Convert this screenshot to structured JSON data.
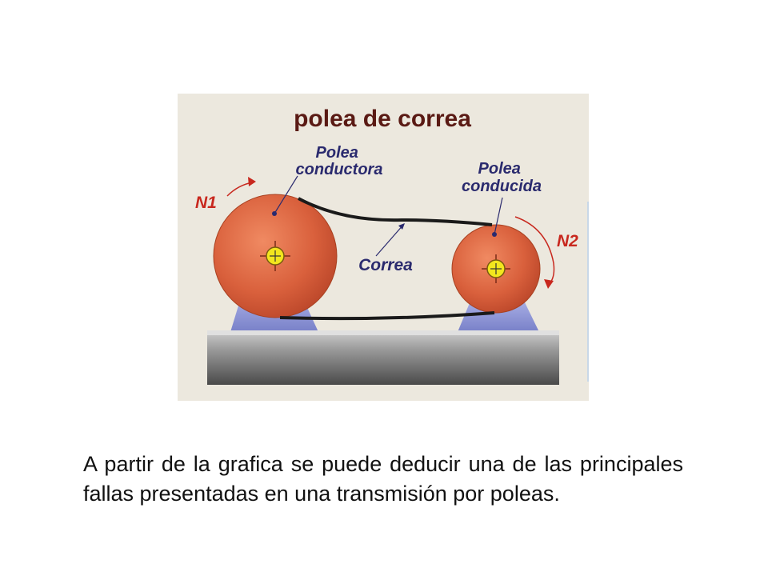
{
  "diagram": {
    "title": "polea de correa",
    "labels": {
      "driver_pulley": [
        "Polea",
        "conductora"
      ],
      "driven_pulley": [
        "Polea",
        "conducida"
      ],
      "belt": "Correa",
      "n1": "N1",
      "n2": "N2"
    },
    "colors": {
      "background": "#ece8de",
      "title": "#5a1a14",
      "label": "#2a2a6e",
      "rotation_label": "#c8281e",
      "pulley": "#d9603c",
      "hub": "#f2e61e",
      "support": "#8f97d8",
      "base": "#7d7d7d",
      "belt": "#1a1a1a"
    }
  },
  "caption": "A partir de la grafica se puede deducir una de las principales fallas presentadas en una transmisión por poleas."
}
